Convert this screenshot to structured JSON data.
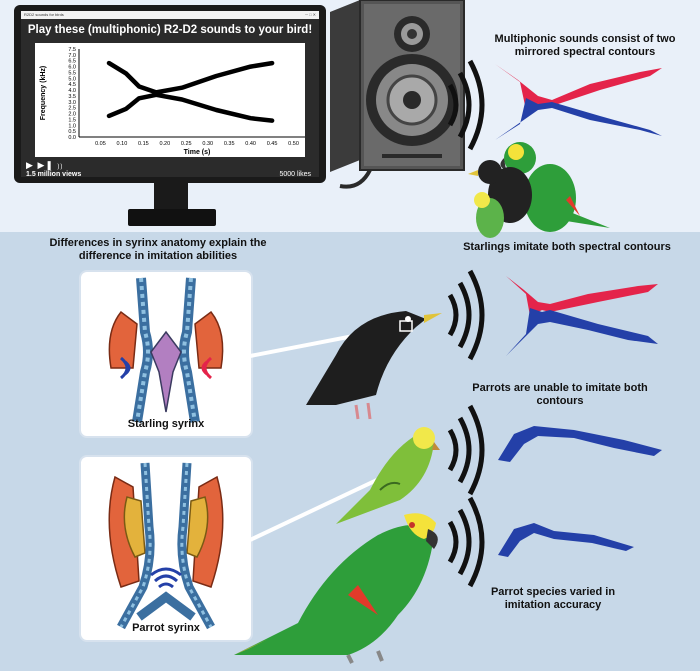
{
  "video": {
    "tab_title": "R2D2 sounds for birds",
    "title": "Play these (multiphonic) R2-D2 sounds to your bird!",
    "views": "1.5 million views",
    "likes": "5000 likes",
    "controls_icons": [
      "play-icon",
      "skip-icon",
      "volume-icon"
    ]
  },
  "chart_data": {
    "type": "spectrogram",
    "xlabel": "Time (s)",
    "ylabel": "Frequency (kHz)",
    "xticks": [
      "0.05",
      "0.10",
      "0.15",
      "0.20",
      "0.25",
      "0.30",
      "0.35",
      "0.40",
      "0.45",
      "0.50"
    ],
    "yticks": [
      "0.0",
      "0.5",
      "1.0",
      "1.5",
      "2.0",
      "2.5",
      "3.0",
      "3.5",
      "4.0",
      "4.5",
      "5.0",
      "5.5",
      "6.0",
      "6.5",
      "7.0",
      "7.5"
    ],
    "xlim": [
      0,
      0.55
    ],
    "ylim": [
      0,
      7.5
    ],
    "series": [
      {
        "x": [
          0.07,
          0.11,
          0.14,
          0.18,
          0.24,
          0.32,
          0.4,
          0.45
        ],
        "y": [
          6.3,
          5.4,
          4.3,
          3.8,
          4.2,
          5.2,
          6.0,
          6.3
        ]
      },
      {
        "x": [
          0.07,
          0.11,
          0.14,
          0.18,
          0.24,
          0.32,
          0.4,
          0.45
        ],
        "y": [
          1.8,
          2.4,
          3.3,
          3.6,
          3.2,
          2.3,
          1.6,
          1.4
        ]
      }
    ]
  },
  "captions": {
    "multiphonic": "Multiphonic sounds consist of two mirrored spectral contours",
    "starlings": "Starlings imitate both spectral contours",
    "parrots_unable": "Parrots are unable to imitate both contours",
    "parrot_species": "Parrot species varied in imitation accuracy",
    "syrinx_explain": "Differences in syrinx anatomy explain the difference in imitation abilities",
    "starling_syrinx": "Starling syrinx",
    "parrot_syrinx": "Parrot syrinx"
  },
  "colors": {
    "upper_contour": "#e4244a",
    "lower_contour": "#2440a8",
    "muscle": "#e2643c",
    "membrane": "#b27fc1",
    "parrot_green": "#2e9e3a"
  }
}
